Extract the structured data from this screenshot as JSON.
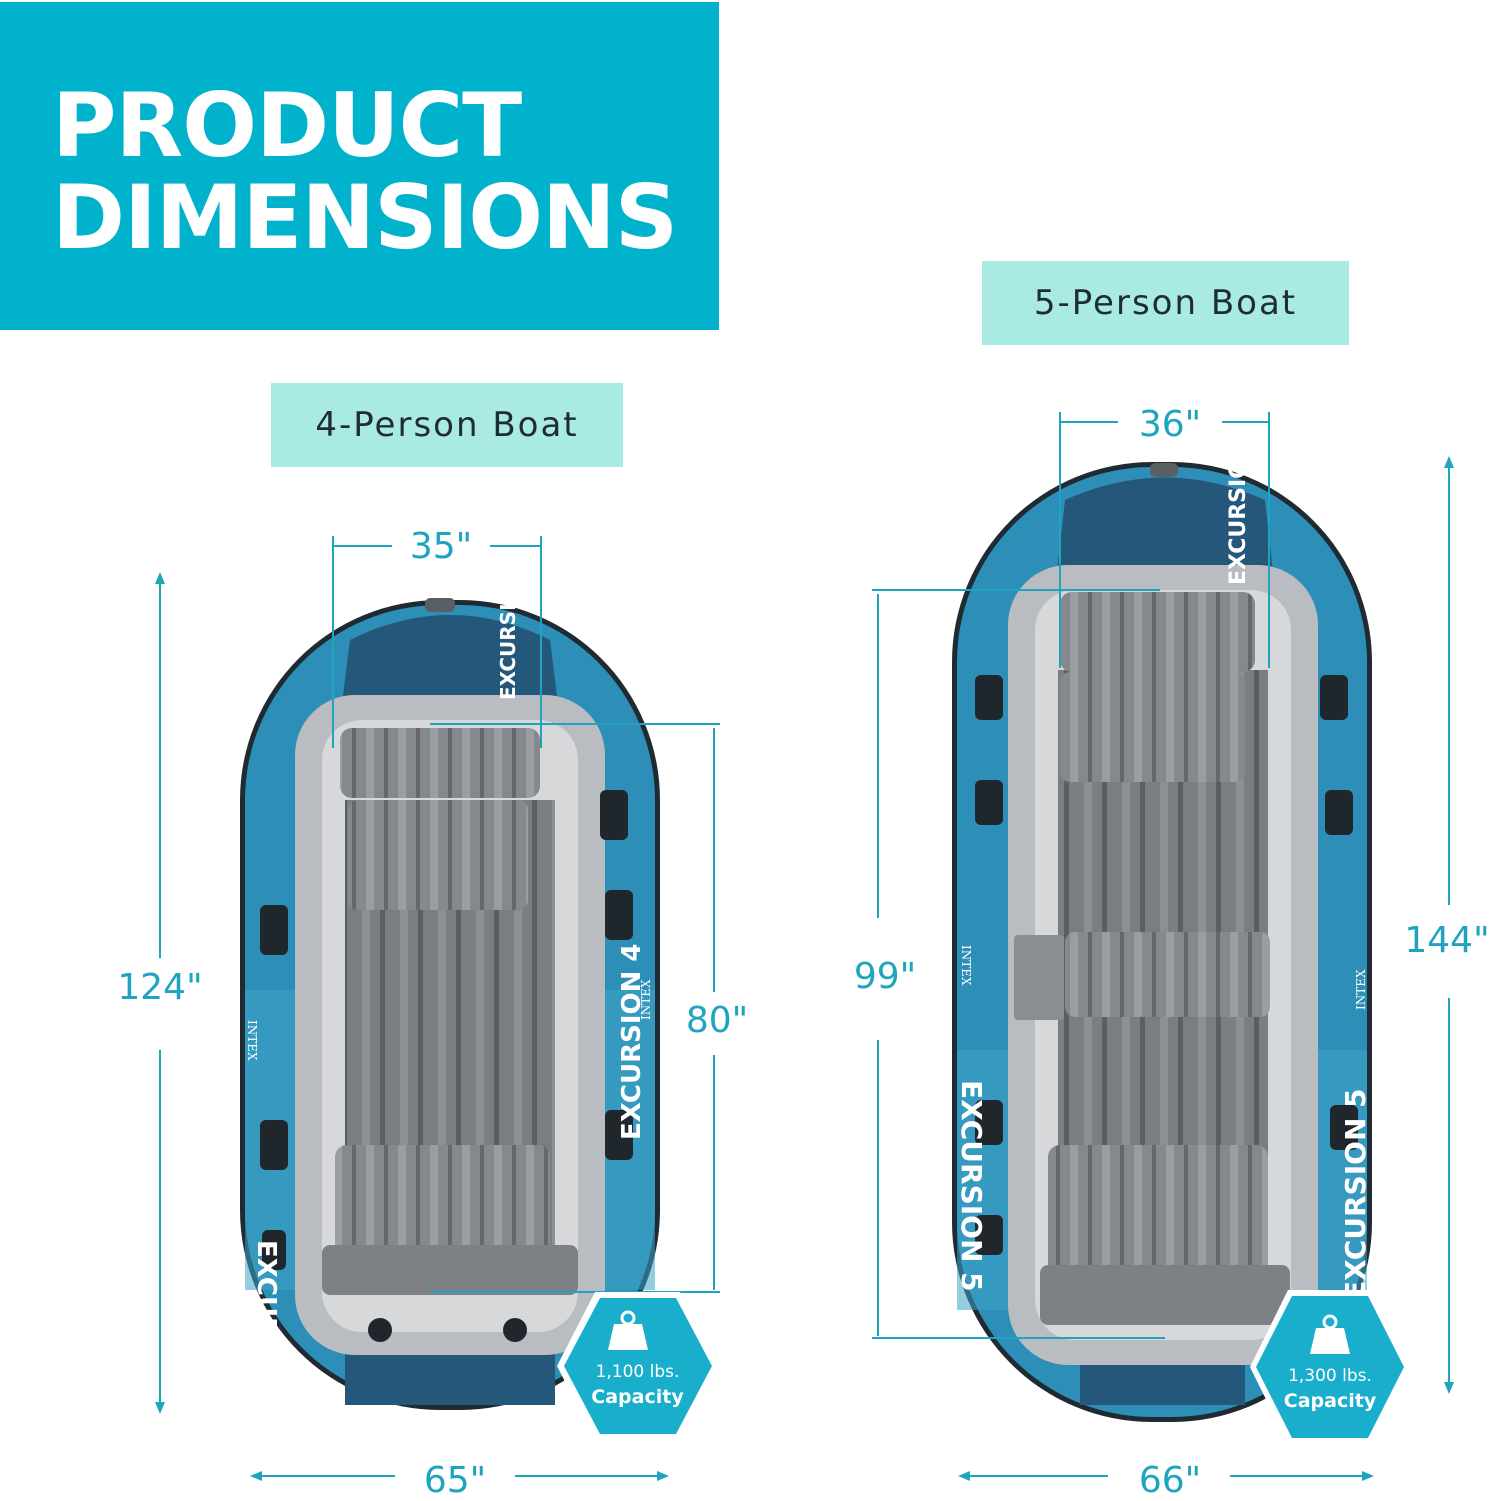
{
  "banner": {
    "line1": "PRODUCT",
    "line2": "DIMENSIONS"
  },
  "boat4": {
    "label": "4-Person Boat",
    "width_top": "35\"",
    "length": "124\"",
    "inner_length": "80\"",
    "width_bottom": "65\"",
    "hull_text": "EXCURSION 4",
    "brand": "INTEX",
    "capacity_value": "1,100 lbs.",
    "capacity_label": "Capacity"
  },
  "boat5": {
    "label": "5-Person Boat",
    "width_top": "36\"",
    "length": "144\"",
    "inner_length": "99\"",
    "width_bottom": "66\"",
    "hull_text": "EXCURSION 5",
    "brand": "INTEX",
    "capacity_value": "1,300 lbs.",
    "capacity_label": "Capacity"
  },
  "colors": {
    "banner": "#00b2cc",
    "label_bg": "#a9ebe3",
    "dimension": "#1ea5bd",
    "hull": "#2d8fb8",
    "floor": "#6f7378"
  },
  "icons": [
    "weight-icon"
  ]
}
